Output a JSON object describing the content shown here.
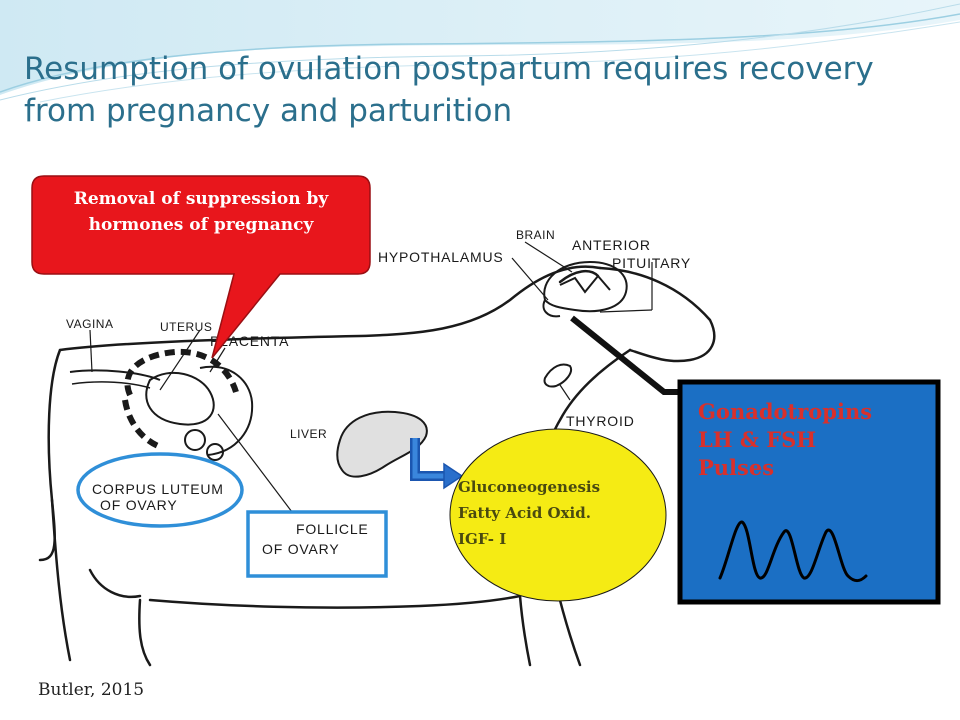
{
  "slide": {
    "title_line1": "Resumption of ovulation postpartum requires recovery",
    "title_line2": "from pregnancy and parturition",
    "credit": "Butler, 2015"
  },
  "callout": {
    "line1": "Removal of suppression by",
    "line2": "hormones of pregnancy",
    "color": "#e8161c"
  },
  "gonadotropins": {
    "line1": "Gonadotropins",
    "line2": "LH & FSH",
    "line3": "Pulses",
    "box_color": "#1b6fc4",
    "text_color": "#d9302b"
  },
  "metabolism": {
    "line1": "Gluconeogenesis",
    "line2": "Fatty Acid Oxid.",
    "line3": "IGF- I",
    "fill_color": "#f5eb14"
  },
  "cow_labels": {
    "brain": "BRAIN",
    "hypothalamus": "HYPOTHALAMUS",
    "anterior": "ANTERIOR",
    "pituitary": "PITUITARY",
    "vagina": "VAGINA",
    "uterus": "UTERUS",
    "placenta": "PLACENTA",
    "liver": "LIVER",
    "thyroid": "THYROID",
    "corpus_luteum": "CORPUS LUTEUM",
    "of_ovary_cl": "OF OVARY",
    "follicle": "FOLLICLE",
    "of_ovary_f": "OF OVARY"
  }
}
